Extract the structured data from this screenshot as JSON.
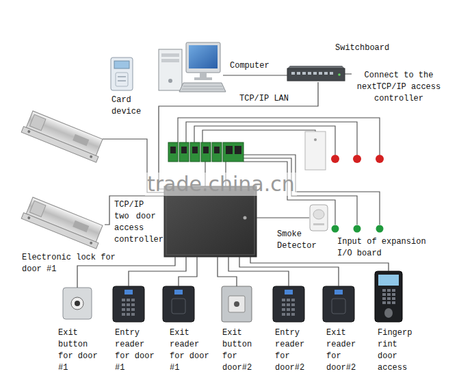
{
  "diagram": {
    "nodes": [
      {
        "text": [
          "Card device"
        ]
      },
      {
        "text": [
          "Computer"
        ]
      },
      {
        "text": [
          "Switchboard"
        ]
      },
      {
        "text": [
          "TCP/IP two door access controller"
        ]
      },
      {
        "text": [
          "Electronic lock for door #1"
        ]
      },
      {
        "text": [
          "Smoke Detector"
        ]
      },
      {
        "text": [
          "Exit button for door #1"
        ]
      },
      {
        "text": [
          "Entry reader for door #1"
        ]
      },
      {
        "text": [
          "Exit reader for door #1"
        ]
      },
      {
        "text": [
          "Exit button for door#2"
        ]
      },
      {
        "text": [
          "Entry reader for door#2"
        ]
      },
      {
        "text": [
          "Exit reader for door#2"
        ]
      },
      {
        "text": [
          "Fingerp rint door access"
        ]
      }
    ],
    "edges": [
      {
        "from": 1,
        "to": 2,
        "arrow": "none"
      },
      {
        "from": 2,
        "to": 3,
        "label": "TCP/IP LAN",
        "arrow": "none"
      },
      {
        "from": 3,
        "to": 4,
        "arrow": "none"
      },
      {
        "from": 3,
        "to": 5,
        "arrow": "none"
      },
      {
        "from": 3,
        "to": 6,
        "arrow": "none"
      },
      {
        "from": 3,
        "to": 7,
        "arrow": "none"
      },
      {
        "from": 3,
        "to": 8,
        "arrow": "none"
      },
      {
        "from": 3,
        "to": 9,
        "arrow": "none"
      },
      {
        "from": 3,
        "to": 10,
        "arrow": "none"
      },
      {
        "from": 3,
        "to": 11,
        "arrow": "none"
      },
      {
        "from": 3,
        "to": 12,
        "arrow": "none"
      }
    ],
    "labels": [
      "Connect to the nextTCP/IP access controller",
      "trade.china.cn",
      "Input of expansion I/O board"
    ]
  }
}
